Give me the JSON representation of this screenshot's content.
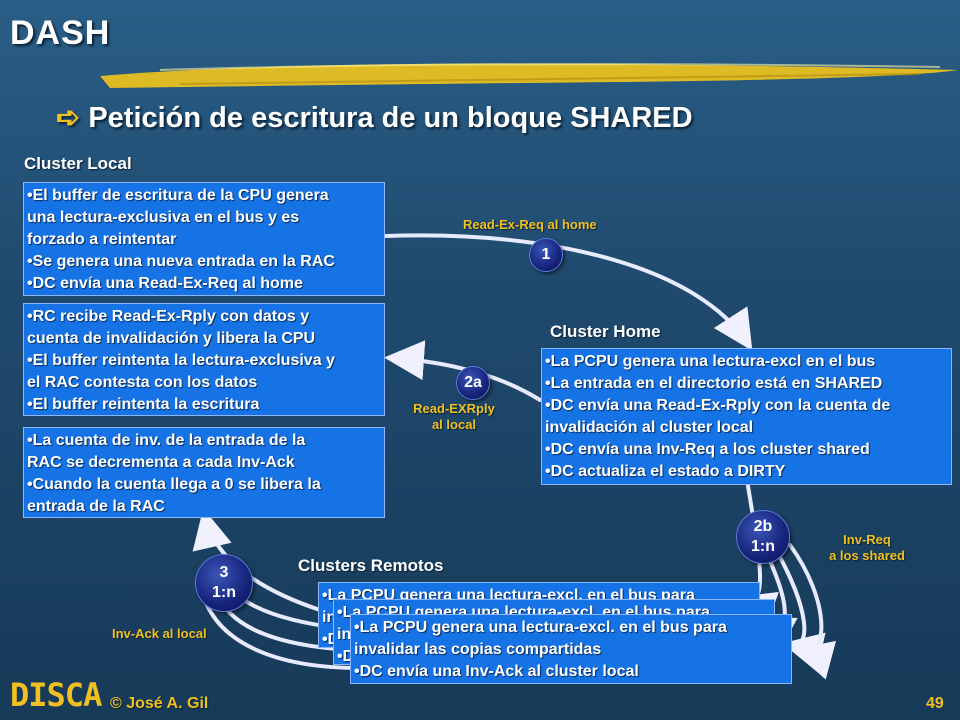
{
  "slide": {
    "title": "DASH",
    "subtitle": "Petición de escritura de un bloque SHARED",
    "subtitle_bullet": "➪",
    "author": "© José A. Gil",
    "page_number": "49",
    "logo_text": "DISCA"
  },
  "headings": {
    "local": "Cluster Local",
    "home": "Cluster Home",
    "remote": "Clusters Remotos"
  },
  "boxes": {
    "local1": [
      "•El buffer de escritura de la CPU genera",
      "una lectura-exclusiva en el bus y es",
      "forzado a reintentar",
      "•Se genera una nueva entrada en la RAC",
      "•DC envía una Read-Ex-Req al home"
    ],
    "local2": [
      "•RC recibe Read-Ex-Rply con datos y",
      "cuenta de invalidación y libera la CPU",
      "•El buffer reintenta la lectura-exclusiva y",
      "el RAC contesta con los datos",
      "•El buffer reintenta la escritura"
    ],
    "local3": [
      "•La cuenta de inv. de la entrada de la",
      "RAC se decrementa a cada Inv-Ack",
      "•Cuando la cuenta llega a 0 se libera la",
      "entrada de la RAC"
    ],
    "home": [
      "•La PCPU genera una lectura-excl en el bus",
      "•La entrada en el directorio está en SHARED",
      "•DC envía una Read-Ex-Rply con la cuenta de",
      "invalidación al cluster local",
      "•DC envía una Inv-Req a los cluster shared",
      "•DC actualiza el estado a DIRTY"
    ],
    "remote_back1": [
      "•La PCPU genera una lectura-excl. en el bus para",
      "in",
      "•D"
    ],
    "remote_back2": [
      "•La PCPU genera una lectura-excl. en el bus para",
      "in",
      "•D"
    ],
    "remote_front": [
      "•La PCPU genera una lectura-excl. en el bus para",
      "invalidar las copias compartidas",
      "•DC envía una Inv-Ack al cluster local"
    ]
  },
  "steps": {
    "s1": "1",
    "s2a": "2a",
    "s2b_num": "2b",
    "s2b_ratio": "1:n",
    "s3_num": "3",
    "s3_ratio": "1:n"
  },
  "connector_labels": {
    "read_ex_req": "Read-Ex-Req al home",
    "read_ex_rply_1": "Read-EXRply",
    "read_ex_rply_2": "al local",
    "inv_req_1": "Inv-Req",
    "inv_req_2": "a los shared",
    "inv_ack": "Inv-Ack al local"
  },
  "colors": {
    "box_fill": "#1673e6",
    "accent_yellow": "#f0c020",
    "step_circle": "#16237a"
  }
}
